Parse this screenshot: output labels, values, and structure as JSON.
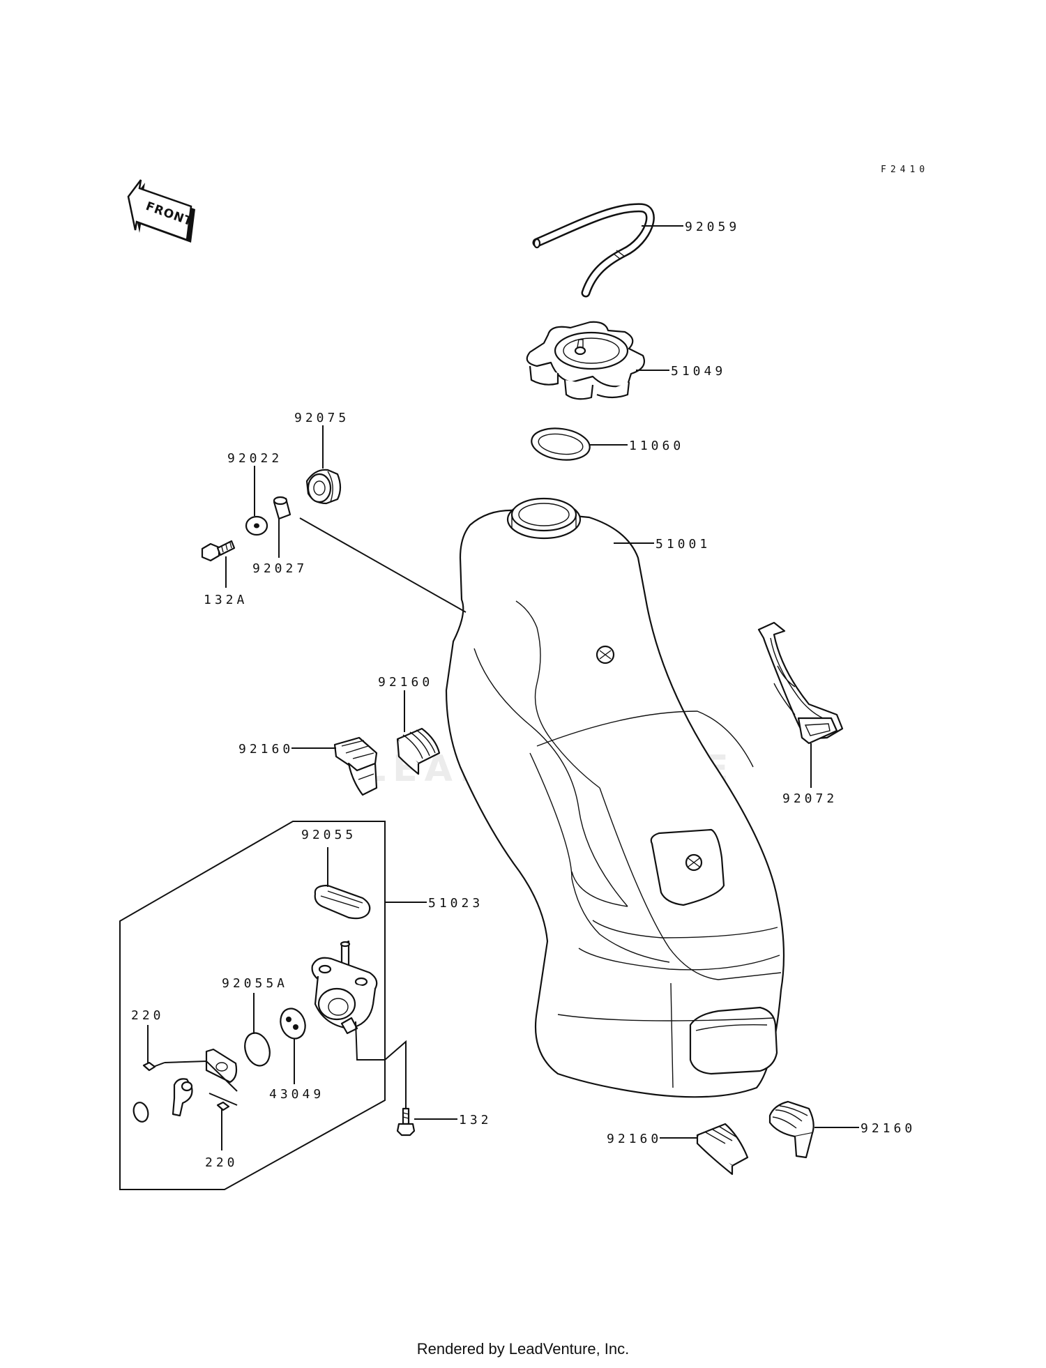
{
  "diagram": {
    "figure_code": "F2410",
    "front_arrow_label": "FRONT",
    "watermark": "LEADVENTURE",
    "footer": "Rendered by LeadVenture, Inc."
  },
  "parts": {
    "p92059": "92059",
    "p51049": "51049",
    "p11060": "11060",
    "p51001": "51001",
    "p92075": "92075",
    "p92022": "92022",
    "p92027": "92027",
    "p132A": "132A",
    "p92160_a": "92160",
    "p92160_b": "92160",
    "p92072": "92072",
    "p92055": "92055",
    "p51023": "51023",
    "p92055A": "92055A",
    "p220_a": "220",
    "p220_b": "220",
    "p43049": "43049",
    "p132": "132",
    "p92160_c": "92160",
    "p92160_d": "92160"
  }
}
